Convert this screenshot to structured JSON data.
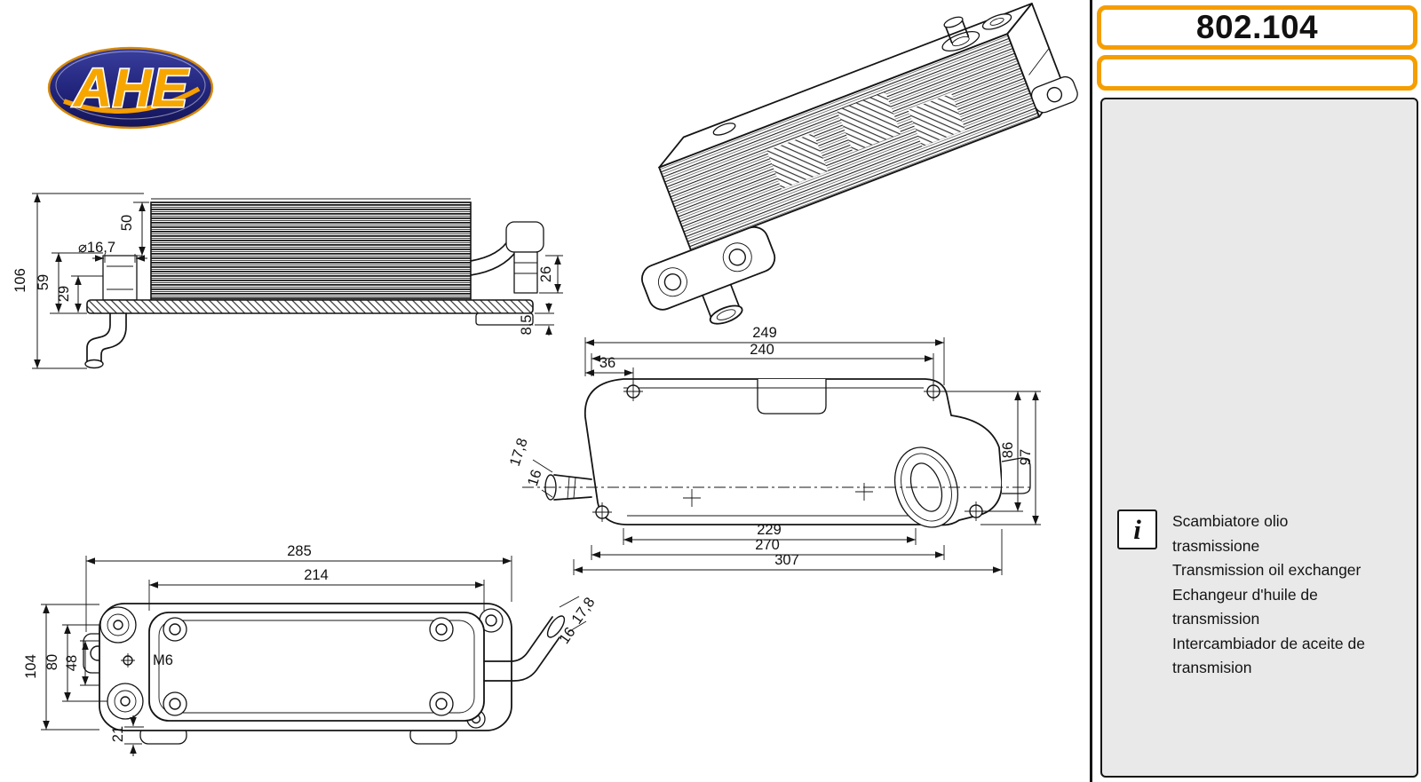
{
  "brand": {
    "name": "AHE",
    "logo_oval_color": "#23267d",
    "logo_text_color": "#F7A600",
    "accent_color": "#F59E00"
  },
  "part": {
    "number": "802.104"
  },
  "info": {
    "icon_glyph": "i",
    "description_it": "Scambiatore olio trasmissione",
    "description_en": "Transmission oil exchanger",
    "description_fr": "Echangeur d'huile de transmission",
    "description_es": "Intercambiador de aceite de transmision"
  },
  "drawing": {
    "side_view": {
      "height_total": "106",
      "height_59": "59",
      "height_29": "29",
      "pipe_diameter": "⌀16,7",
      "core_height": "50",
      "fitting_26": "26",
      "plate_8_5": "8,5"
    },
    "top_view": {
      "width_249": "249",
      "width_240": "240",
      "offset_36": "36",
      "pipe_17_8": "17,8",
      "pipe_16": "16",
      "height_86": "86",
      "height_97": "97",
      "width_229": "229",
      "width_270": "270",
      "width_307": "307"
    },
    "front_view": {
      "width_285": "285",
      "width_214": "214",
      "height_104": "104",
      "height_80": "80",
      "height_48": "48",
      "foot_21": "21",
      "thread": "M6",
      "pipe_17_8": "17,8",
      "pipe_16": "16"
    }
  }
}
